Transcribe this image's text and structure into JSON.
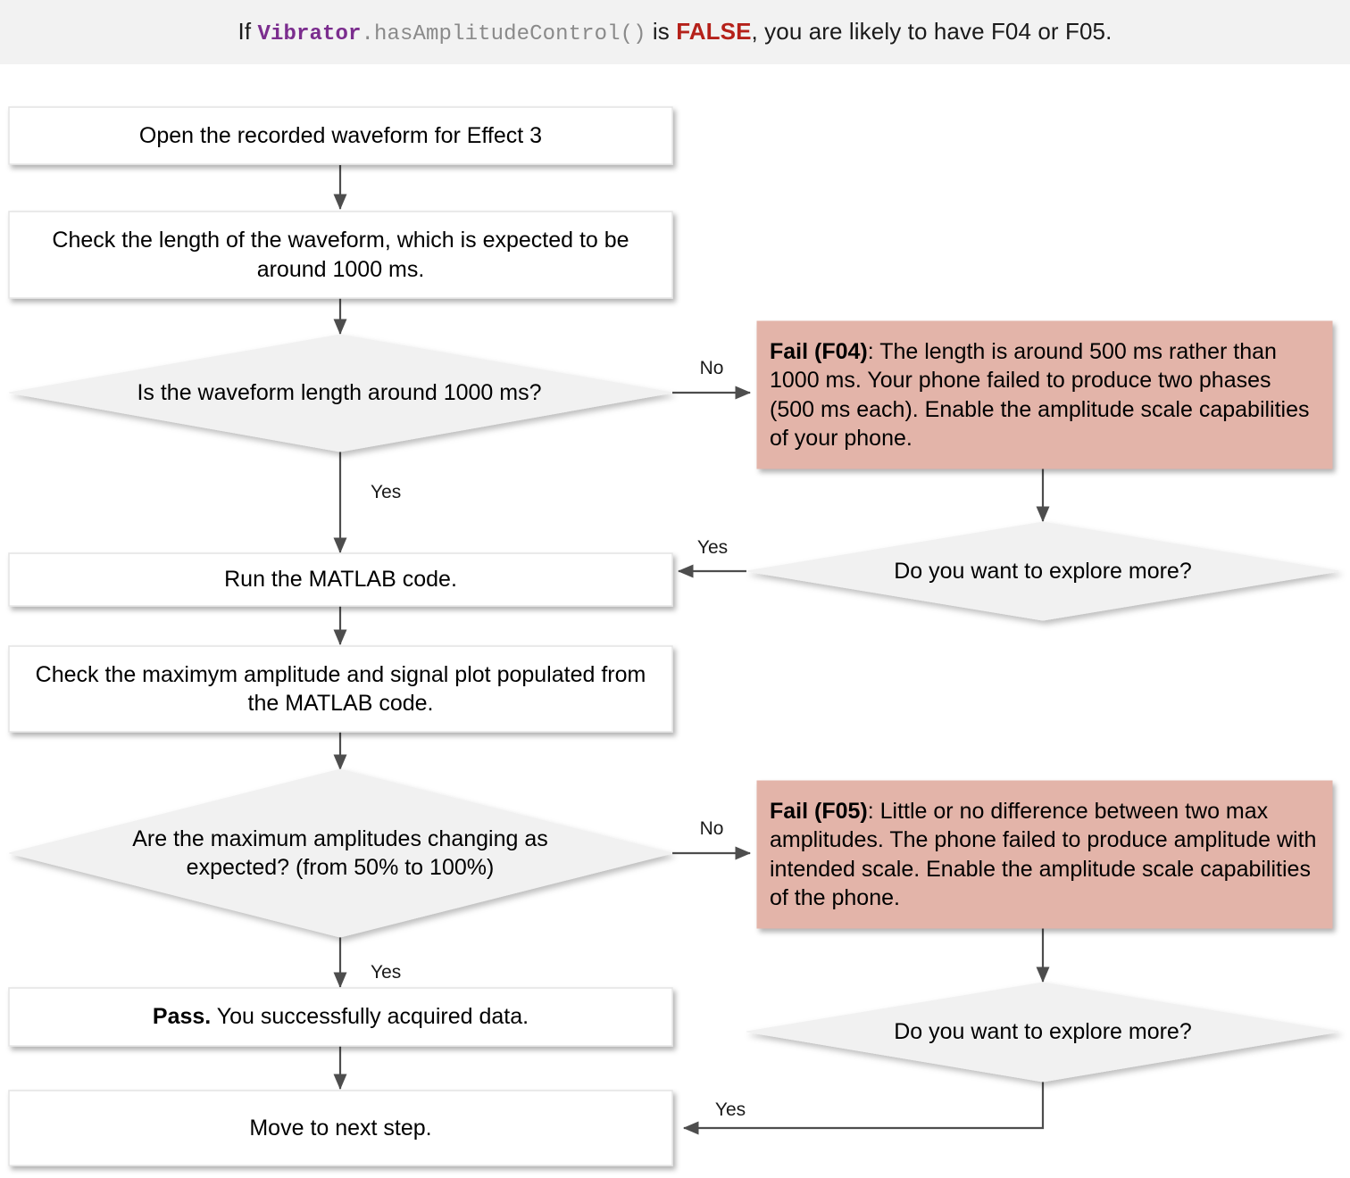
{
  "header": {
    "prefix": "If ",
    "code_class": "Vibrator",
    "code_method": ".hasAmplitudeControl()",
    "middle": " is ",
    "false_word": "FALSE",
    "suffix": ", you are likely to have F04 or F05.",
    "background_color": "#f2f2f2",
    "class_color": "#7b2d8e",
    "method_color": "#8a8a8a",
    "false_color": "#b5211a"
  },
  "colors": {
    "process_fill": "#ffffff",
    "process_stroke": "#e0e0e0",
    "decision_fill": "#f1f1f1",
    "fail_fill": "#e3b4a9",
    "edge_stroke": "#4d4d4d",
    "text": "#000000"
  },
  "nodes": {
    "open_waveform": {
      "label": "Open the recorded waveform for Effect 3",
      "type": "process"
    },
    "check_length": {
      "label": "Check the length of the waveform, which is expected to be around 1000 ms.",
      "type": "process"
    },
    "decide_length": {
      "label": "Is the waveform length around 1000 ms?",
      "type": "decision"
    },
    "fail_f04": {
      "type": "fail",
      "bold_part": "Fail (F04)",
      "rest": ": The length is around 500 ms rather than 1000 ms. Your phone failed to produce two phases (500 ms each). Enable the amplitude scale capabilities of your phone."
    },
    "explore_more_1": {
      "label": "Do you want to explore more?",
      "type": "decision"
    },
    "run_matlab": {
      "label": "Run the MATLAB code.",
      "type": "process"
    },
    "check_amplitude": {
      "label": "Check the maximym amplitude and signal plot populated from the MATLAB code.",
      "type": "process"
    },
    "decide_amplitude": {
      "label": "Are the maximum amplitudes changing as expected? (from 50% to 100%)",
      "type": "decision"
    },
    "fail_f05": {
      "type": "fail",
      "bold_part": "Fail (F05)",
      "rest": ": Little or no difference between two max amplitudes. The phone failed to produce amplitude with intended scale. Enable the amplitude scale capabilities of the phone."
    },
    "explore_more_2": {
      "label": "Do you want to explore more?",
      "type": "decision"
    },
    "pass_node": {
      "type": "process",
      "bold_part": "Pass.",
      "rest": " You successfully acquired data."
    },
    "move_next": {
      "label": "Move to next step.",
      "type": "process"
    }
  },
  "edge_labels": {
    "length_no": "No",
    "length_yes": "Yes",
    "explore1_yes": "Yes",
    "amplitude_no": "No",
    "amplitude_yes": "Yes",
    "explore2_yes": "Yes"
  },
  "chart_data": {
    "type": "table",
    "title": "Effect 3 waveform troubleshooting flow",
    "nodes": [
      {
        "id": "open_waveform",
        "shape": "process",
        "text": "Open the recorded waveform for Effect 3"
      },
      {
        "id": "check_length",
        "shape": "process",
        "text": "Check the length of the waveform, which is expected to be around 1000 ms."
      },
      {
        "id": "decide_length",
        "shape": "decision",
        "text": "Is the waveform length around 1000 ms?"
      },
      {
        "id": "fail_f04",
        "shape": "fail",
        "text": "Fail (F04): The length is around 500 ms rather than 1000 ms. Your phone failed to produce two phases (500 ms each). Enable the amplitude scale capabilities of your phone."
      },
      {
        "id": "explore_more_1",
        "shape": "decision",
        "text": "Do you want to explore more?"
      },
      {
        "id": "run_matlab",
        "shape": "process",
        "text": "Run the MATLAB code."
      },
      {
        "id": "check_amplitude",
        "shape": "process",
        "text": "Check the maximym amplitude and signal plot populated from the MATLAB code."
      },
      {
        "id": "decide_amplitude",
        "shape": "decision",
        "text": "Are the maximum amplitudes changing as expected? (from 50% to 100%)"
      },
      {
        "id": "fail_f05",
        "shape": "fail",
        "text": "Fail (F05): Little or no difference between two max amplitudes. The phone failed to produce amplitude with intended scale. Enable the amplitude scale capabilities of the phone."
      },
      {
        "id": "explore_more_2",
        "shape": "decision",
        "text": "Do you want to explore more?"
      },
      {
        "id": "pass_node",
        "shape": "process",
        "text": "Pass. You successfully acquired data."
      },
      {
        "id": "move_next",
        "shape": "process",
        "text": "Move to next step."
      }
    ],
    "edges": [
      {
        "from": "open_waveform",
        "to": "check_length",
        "label": ""
      },
      {
        "from": "check_length",
        "to": "decide_length",
        "label": ""
      },
      {
        "from": "decide_length",
        "to": "fail_f04",
        "label": "No"
      },
      {
        "from": "decide_length",
        "to": "run_matlab",
        "label": "Yes"
      },
      {
        "from": "fail_f04",
        "to": "explore_more_1",
        "label": ""
      },
      {
        "from": "explore_more_1",
        "to": "run_matlab",
        "label": "Yes"
      },
      {
        "from": "run_matlab",
        "to": "check_amplitude",
        "label": ""
      },
      {
        "from": "check_amplitude",
        "to": "decide_amplitude",
        "label": ""
      },
      {
        "from": "decide_amplitude",
        "to": "fail_f05",
        "label": "No"
      },
      {
        "from": "decide_amplitude",
        "to": "pass_node",
        "label": "Yes"
      },
      {
        "from": "fail_f05",
        "to": "explore_more_2",
        "label": ""
      },
      {
        "from": "explore_more_2",
        "to": "move_next",
        "label": "Yes"
      },
      {
        "from": "pass_node",
        "to": "move_next",
        "label": ""
      }
    ]
  }
}
